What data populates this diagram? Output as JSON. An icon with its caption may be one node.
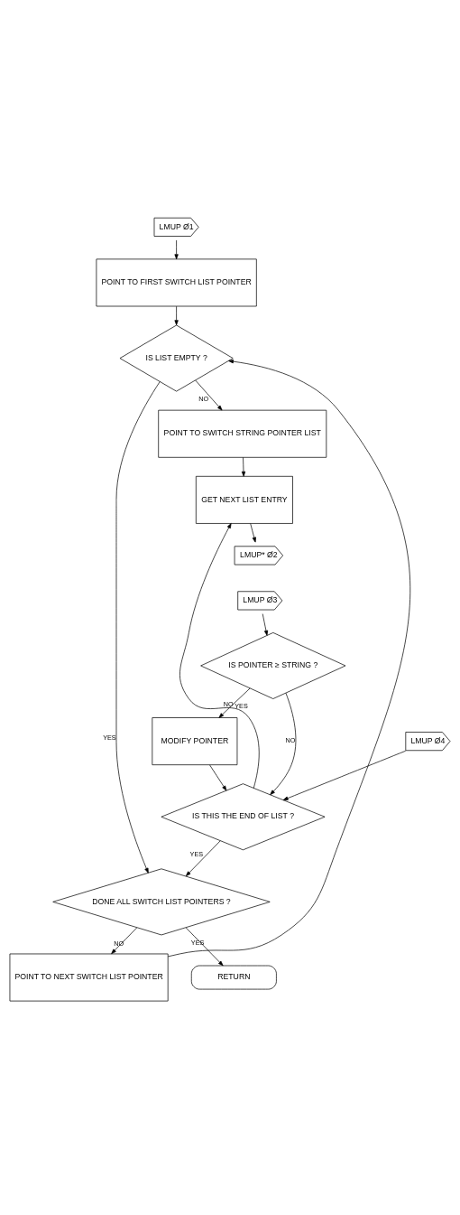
{
  "diagram": {
    "nodes": [
      {
        "text": [
          "LMUP Ø1"
        ]
      },
      {
        "text": [
          "POINT TO FIRST SWITCH LIST POINTER"
        ]
      },
      {
        "text": [
          "IS LIST EMPTY ?"
        ]
      },
      {
        "text": [
          "POINT TO SWITCH STRING POINTER LIST"
        ]
      },
      {
        "text": [
          "GET NEXT LIST ENTRY"
        ]
      },
      {
        "text": [
          "LMUP* Ø2"
        ]
      },
      {
        "text": [
          "LMUP Ø3"
        ]
      },
      {
        "text": [
          "IS POINTER ≥ STRING ?"
        ]
      },
      {
        "text": [
          "MODIFY POINTER"
        ]
      },
      {
        "text": [
          "LMUP Ø4"
        ]
      },
      {
        "text": [
          "IS THIS THE END OF LIST ?"
        ]
      },
      {
        "text": [
          "DONE ALL SWITCH LIST POINTERS ?"
        ]
      },
      {
        "text": [
          "POINT TO NEXT SWITCH LIST POINTER"
        ]
      },
      {
        "text": [
          "RETURN"
        ]
      }
    ],
    "edges": [
      {
        "from": 0,
        "to": 1,
        "arrow": "to"
      },
      {
        "from": 1,
        "to": 2,
        "arrow": "to"
      },
      {
        "from": 2,
        "to": 3,
        "arrow": "to",
        "label": "NO"
      },
      {
        "from": 2,
        "to": 11,
        "arrow": "to",
        "label": "YES"
      },
      {
        "from": 3,
        "to": 4,
        "arrow": "to"
      },
      {
        "from": 4,
        "to": 5,
        "arrow": "to"
      },
      {
        "from": 6,
        "to": 7,
        "arrow": "to"
      },
      {
        "from": 7,
        "to": 8,
        "arrow": "to",
        "label": "YES"
      },
      {
        "from": 7,
        "to": 10,
        "arrow": "to",
        "label": "NO"
      },
      {
        "from": 8,
        "to": 10,
        "arrow": "to"
      },
      {
        "from": 9,
        "to": 10,
        "arrow": "to"
      },
      {
        "from": 10,
        "to": 4,
        "arrow": "to",
        "label": "NO"
      },
      {
        "from": 10,
        "to": 11,
        "arrow": "to",
        "label": "YES"
      },
      {
        "from": 11,
        "to": 12,
        "arrow": "to",
        "label": "NO"
      },
      {
        "from": 11,
        "to": 13,
        "arrow": "to",
        "label": "YES"
      },
      {
        "from": 12,
        "to": 2,
        "arrow": "to"
      }
    ]
  }
}
